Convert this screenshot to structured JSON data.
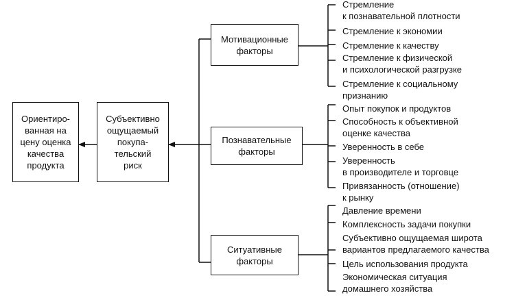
{
  "nodes": {
    "result": "Ориентиро-\nванная на\nцену оценка\nкачества\nпродукта",
    "risk": "Субъективно\nощущаемый\nпокупа-\nтельский\nриск",
    "motivational": "Мотивационные\nфакторы",
    "cognitive": "Познавательные\nфакторы",
    "situational": "Ситуативные\nфакторы"
  },
  "motivational_items": [
    "Стремление\nк познавательной плотности",
    "Стремление к экономии",
    "Стремление к качеству",
    "Стремление к физической\nи психологической разгрузке",
    "Стремление к социальному\nпризнанию"
  ],
  "cognitive_items": [
    "Опыт покупок и продуктов",
    "Способность к объективной\nоценке качества",
    "Уверенность в себе",
    " Уверенность\nв производителе и торговце",
    "Привязанность (отношение)\nк рынку"
  ],
  "situational_items": [
    "Давление времени",
    "Комплексность задачи покупки",
    "Субъективно ощущаемая широта\nвариантов предлагаемого качества",
    "Цель использования продукта",
    "Экономическая ситуация\nдомашнего хозяйства"
  ]
}
